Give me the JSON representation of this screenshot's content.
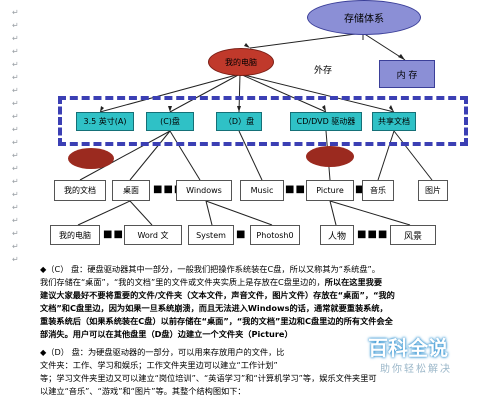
{
  "diagram": {
    "storage_system": "存储体系",
    "my_computer": "我的电脑",
    "external_storage": "外存",
    "internal_memory": "内 存",
    "drives": [
      "3.5 英寸(A)",
      "(C)盘",
      "（D）盘",
      "CD/DVD 驱动器",
      "共享文档"
    ],
    "level3": [
      "我的文档",
      "桌面",
      "Windows",
      "Music",
      "Picture",
      "音乐",
      "图片"
    ],
    "level4": [
      "我的电脑",
      "Word 文",
      "System",
      "Photosh0",
      "人物",
      "风景"
    ]
  },
  "text": {
    "line1": "◆（C） 盘：硬盘驱动器其中一部分，一般我们把操作系统装在C盘，所以又称其为“系统盘”。",
    "line2_normal": "我们存储在“桌面”，“我的文档”里的文件或文件夹实质上是存放在C盘里边的，",
    "line2_bold": "所以在这里我要",
    "line3_bold": "建议大家最好不要将重要的文件/文件夹（文本文件，声音文件，图片文件）存放在“桌面”，“我的",
    "line4_bold": "文档”和C盘里边，因为如果一旦系统崩溃，而且无法进入Windows的话，通常就要重装系统，",
    "line5_bold": "重装系统后（如果系统装在C盘）以前存储在“桌面”，“我的文档”里边和C盘里边的所有文件会全",
    "line6_bold": "部消失。用户可以在其他盘里（D盘）边建立一个文件夹（Picture）",
    "line7": "◆（D） 盘：为硬盘驱动器的一部分，可以用来存放用户的文件，比",
    "line8": "文件夹：工作、学习和娱乐；工作文件夹里边可以建立“工作计划”",
    "line9": "等；学习文件夹里边又可以建立“岗位培训”、“英语学习”和“计算机学习”等，娱乐文件夹里可",
    "line10": "以建立“音乐”、“游戏”和“图片”等。其整个结构图如下："
  },
  "watermark": {
    "title": "百科全说",
    "subtitle": "助你轻松解决"
  }
}
